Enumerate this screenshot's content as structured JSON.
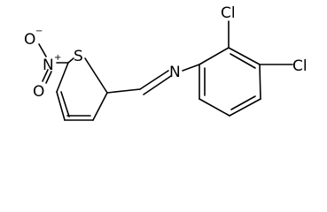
{
  "molecule": {
    "atoms": {
      "nitro_oxygen_upper": "O",
      "nitro_oxygen_lower": "O",
      "nitro_oxygen_charge": "−",
      "nitro_nitrogen": "N",
      "nitro_nitrogen_charge": "+",
      "thiophene_sulfur": "S",
      "imine_nitrogen": "N",
      "chlorine_ortho": "Cl",
      "chlorine_para": "Cl"
    }
  },
  "colors": {
    "bond": "#000000",
    "label": "#000000",
    "background": "#ffffff"
  }
}
